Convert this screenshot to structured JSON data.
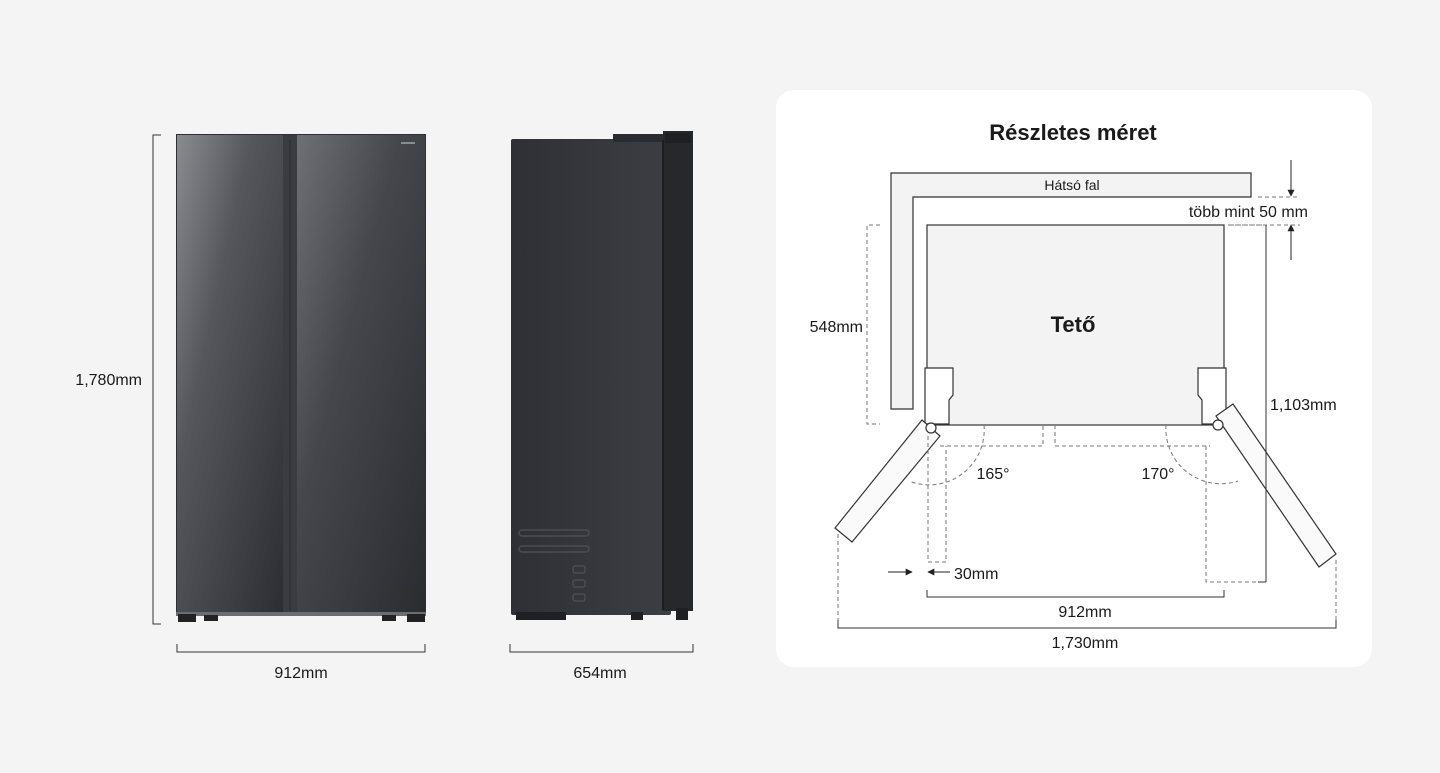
{
  "front_view": {
    "height_label": "1,780mm",
    "width_label": "912mm"
  },
  "side_view": {
    "depth_label": "654mm"
  },
  "detail": {
    "title": "Részletes méret",
    "back_wall_label": "Hátsó fal",
    "clearance_label": "több mint 50 mm",
    "top_label": "Tető",
    "depth_label": "548mm",
    "open_depth_label": "1,103mm",
    "left_angle_label": "165°",
    "right_angle_label": "170°",
    "hinge_gap_label": "30mm",
    "body_width_label": "912mm",
    "open_width_label": "1,730mm"
  }
}
